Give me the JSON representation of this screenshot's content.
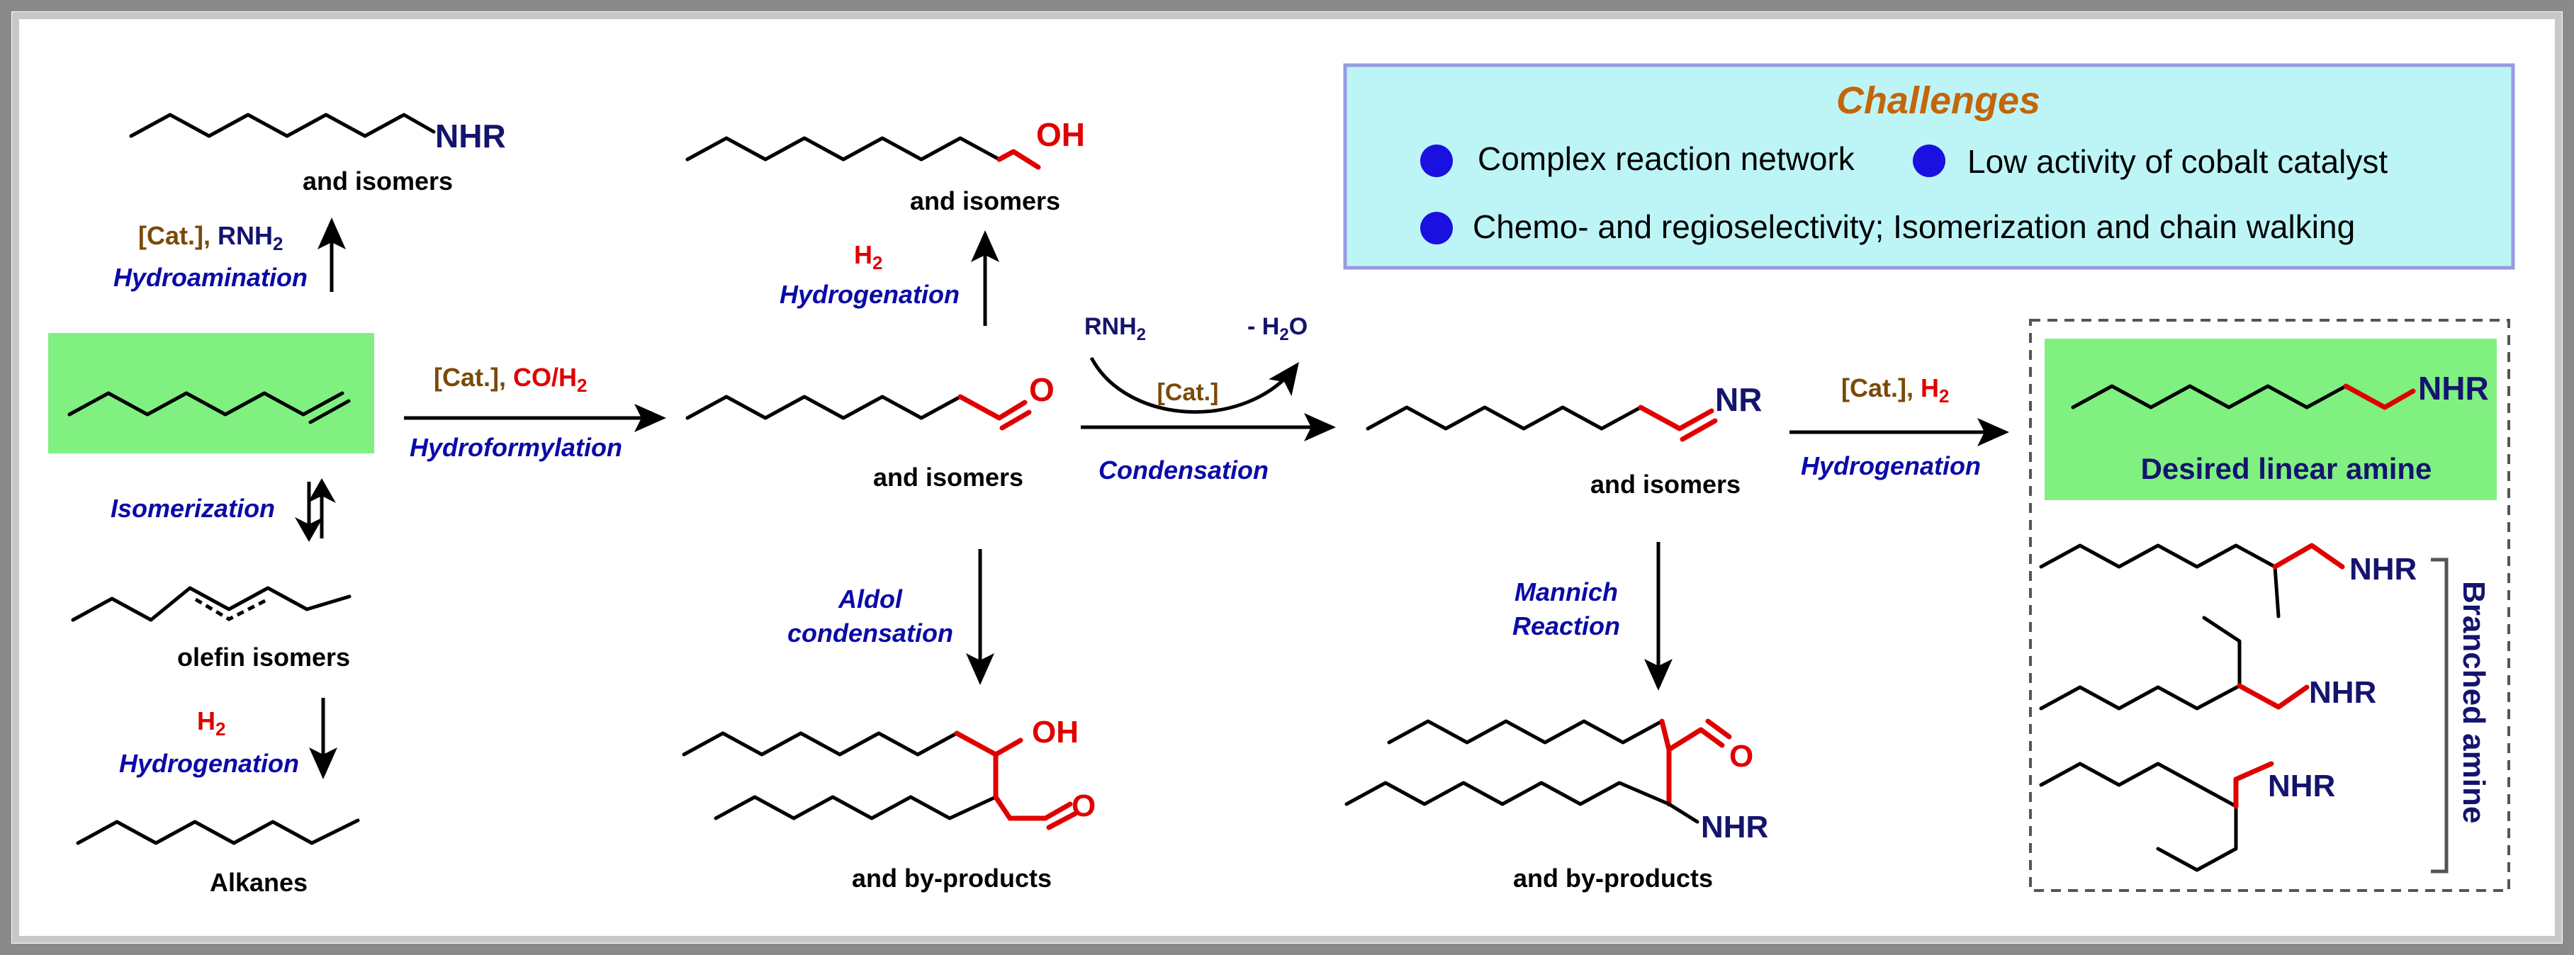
{
  "challenges": {
    "title": "Challenges",
    "items": [
      "Complex reaction network",
      "Low activity of cobalt catalyst",
      "Chemo- and regioselectivity; Isomerization and chain walking"
    ]
  },
  "species": {
    "hydroamination_product_group": "NHR",
    "hydroamination_product_label": "and isomers",
    "alcohol_group": "OH",
    "alcohol_label": "and isomers",
    "aldehyde_group": "O",
    "aldehyde_label": "and isomers",
    "imine_group": "NR",
    "imine_label": "and isomers",
    "olefin_isomers_label": "olefin isomers",
    "alkanes_label": "Alkanes",
    "aldol_groups": [
      "OH",
      "O"
    ],
    "aldol_label": "and by-products",
    "mannich_groups": [
      "O",
      "NHR"
    ],
    "mannich_label": "and by-products",
    "linear_amine_group": "NHR",
    "linear_amine_label": "Desired linear amine",
    "branched_groups": [
      "NHR",
      "NHR",
      "NHR"
    ],
    "branched_label": "Branched amine"
  },
  "reactions": {
    "hydroamination": {
      "catalyst": "[Cat.]",
      "reagent_prefix": "RNH",
      "reagent_sub": "2",
      "name": "Hydroamination"
    },
    "isomerization": {
      "name": "Isomerization"
    },
    "olefin_hydrogenation": {
      "reagent": "H",
      "reagent_sub": "2",
      "name": "Hydrogenation"
    },
    "hydroformylation": {
      "catalyst": "[Cat.]",
      "reagent": "CO/H",
      "reagent_sub": "2",
      "name": "Hydroformylation"
    },
    "aldehyde_hydrogenation": {
      "reagent": "H",
      "reagent_sub": "2",
      "name": "Hydrogenation"
    },
    "aldol": {
      "name_line1": "Aldol",
      "name_line2": "condensation"
    },
    "condensation": {
      "reagent_prefix": "RNH",
      "reagent_sub": "2",
      "byproduct_prefix": "- H",
      "byproduct_sub": "2",
      "byproduct_suffix": "O",
      "catalyst": "[Cat.]",
      "name": "Condensation"
    },
    "mannich": {
      "name_line1": "Mannich",
      "name_line2": "Reaction"
    },
    "imine_hydrogenation": {
      "catalyst": "[Cat.]",
      "reagent": "H",
      "reagent_sub": "2",
      "name": "Hydrogenation"
    }
  },
  "colors": {
    "highlight_green": "#80f080",
    "challenges_bg": "#bdf5f7",
    "challenges_border": "#9a9ae0",
    "challenges_title": "#c4650a",
    "bullet": "#1a10e0",
    "label_blue": "#0a0aa8",
    "label_red": "#e00000",
    "label_brown": "#7a4a08",
    "label_navy": "#14146e"
  }
}
